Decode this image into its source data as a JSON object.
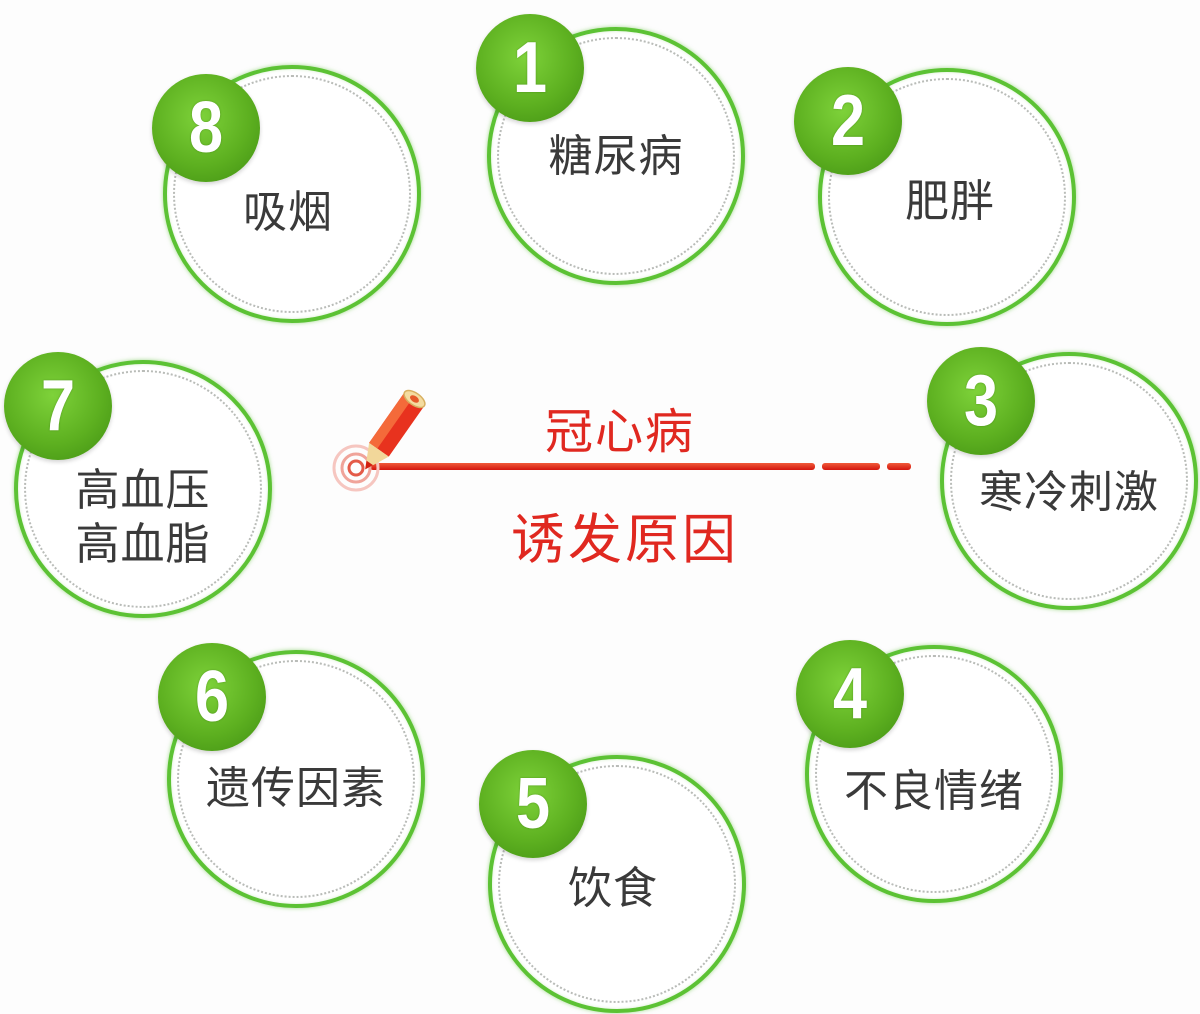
{
  "center": {
    "title": "冠心病",
    "subtitle": "诱发原因",
    "icon": "pencil-icon",
    "accent_color": "#e02820"
  },
  "badge_color": "#5db020",
  "ring_color": "#5cc234",
  "factors": [
    {
      "number": "1",
      "label": "糖尿病"
    },
    {
      "number": "2",
      "label": "肥胖"
    },
    {
      "number": "3",
      "label": "寒冷刺激"
    },
    {
      "number": "4",
      "label": "不良情绪"
    },
    {
      "number": "5",
      "label": "饮食"
    },
    {
      "number": "6",
      "label": "遗传因素"
    },
    {
      "number": "7",
      "label": "高血压",
      "label2": "高血脂"
    },
    {
      "number": "8",
      "label": "吸烟"
    }
  ]
}
